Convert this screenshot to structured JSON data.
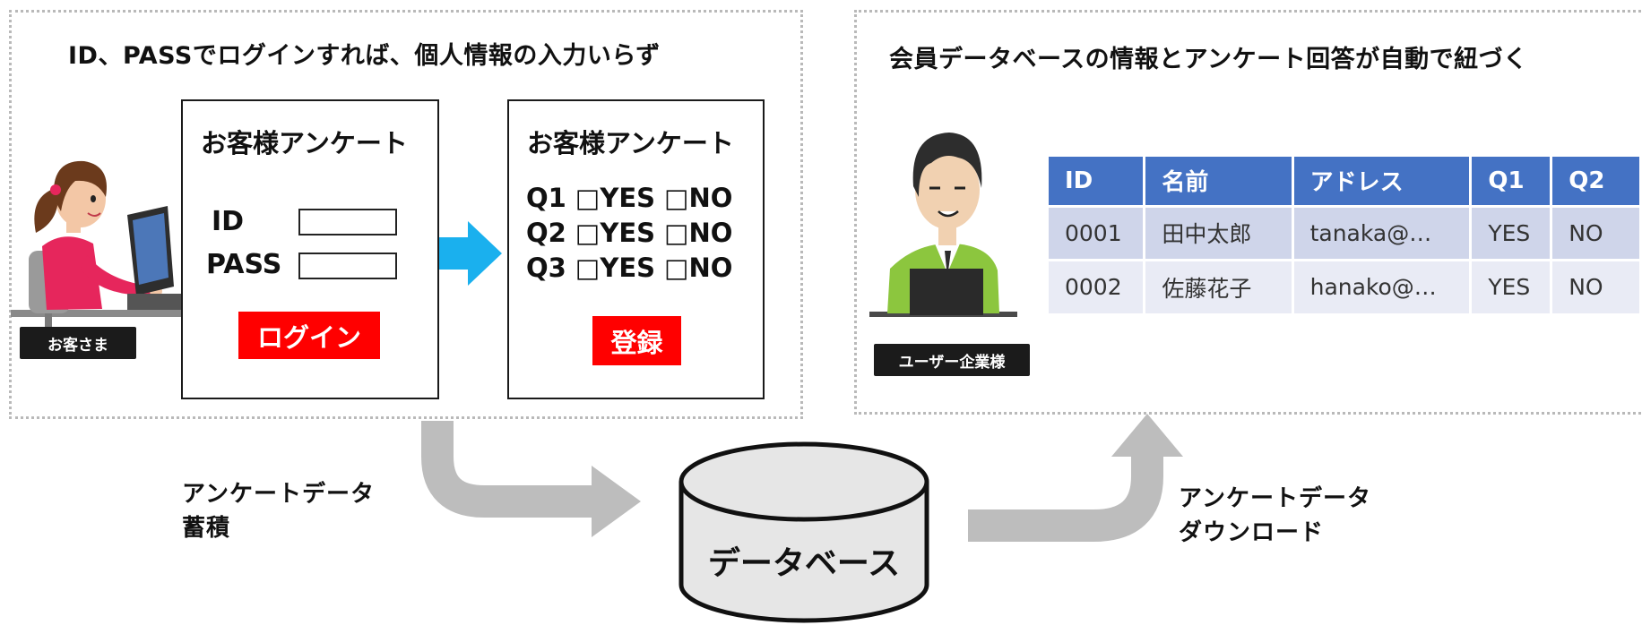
{
  "left_panel": {
    "title": "ID、PASSでログインすれば、個人情報の入力いらず",
    "customer_label": "お客さま",
    "login_form": {
      "title": "お客様アンケート",
      "id_label": "ID",
      "pass_label": "PASS",
      "login_button": "ログイン"
    },
    "survey_form": {
      "title": "お客様アンケート",
      "questions": [
        "Q1 □YES □NO",
        "Q2 □YES □NO",
        "Q3 □YES □NO"
      ],
      "submit_button": "登録"
    }
  },
  "right_panel": {
    "title": "会員データベースの情報とアンケート回答が自動で紐づく",
    "company_label": "ユーザー企業様",
    "table": {
      "columns": [
        "ID",
        "名前",
        "アドレス",
        "Q1",
        "Q2"
      ],
      "rows": [
        [
          "0001",
          "田中太郎",
          "tanaka@…",
          "YES",
          "NO"
        ],
        [
          "0002",
          "佐藤花子",
          "hanako@…",
          "YES",
          "NO"
        ]
      ]
    }
  },
  "flow": {
    "store_label": [
      "アンケートデータ",
      "蓄積"
    ],
    "database_label": "データベース",
    "download_label": [
      "アンケートデータ",
      "ダウンロード"
    ]
  },
  "colors": {
    "table_header": "#4472c4",
    "row_a": "#cfd5ea",
    "row_b": "#e9ebf5",
    "button_red": "#ff0000",
    "blue_arrow": "#1ab0ee",
    "gray_arrow": "#bdbdbd"
  }
}
